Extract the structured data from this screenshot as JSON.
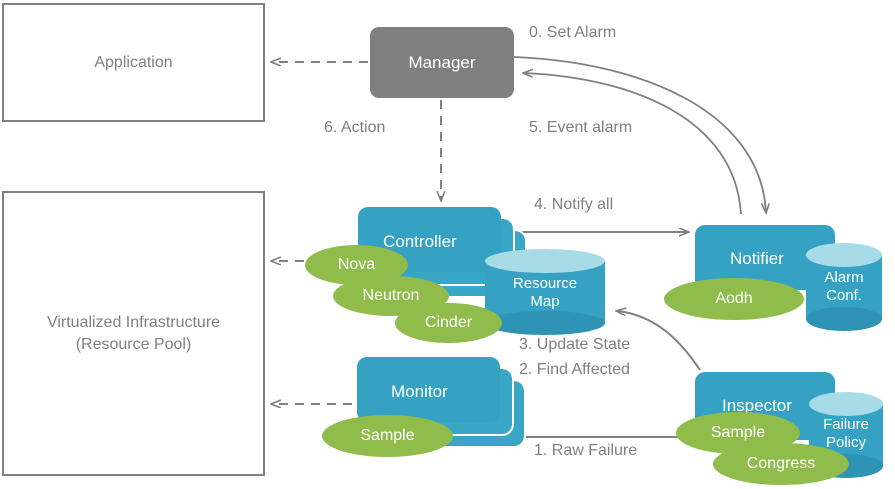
{
  "diagram": {
    "title": "Fault management architecture flow",
    "colors": {
      "component_blue": "#35a2c4",
      "cylinder_top": "#a8dbe8",
      "project_green": "#8fbc4a",
      "manager_gray": "#7f7f7f",
      "outline_gray": "#808080",
      "label_gray": "#808080"
    }
  },
  "boxes": {
    "application": "Application",
    "infrastructure_line1": "Virtualized  Infrastructure",
    "infrastructure_line2": "(Resource Pool)",
    "manager": "Manager",
    "controller": "Controller",
    "monitor": "Monitor",
    "notifier": "Notifier",
    "inspector": "Inspector"
  },
  "cylinders": {
    "resource_map_line1": "Resource",
    "resource_map_line2": "Map",
    "alarm_conf_line1": "Alarm",
    "alarm_conf_line2": "Conf.",
    "failure_policy_line1": "Failure",
    "failure_policy_line2": "Policy"
  },
  "projects": {
    "nova": "Nova",
    "neutron": "Neutron",
    "cinder": "Cinder",
    "aodh": "Aodh",
    "monitor_sample": "Sample",
    "inspector_sample": "Sample",
    "congress": "Congress"
  },
  "edges": [
    {
      "id": "set-alarm",
      "label": "0. Set Alarm",
      "from": "Manager",
      "to": "Notifier",
      "style": "curved-solid"
    },
    {
      "id": "raw-failure",
      "label": "1. Raw Failure",
      "from": "Inspector",
      "to": "Monitor",
      "style": "straight-solid"
    },
    {
      "id": "find-affected",
      "label": "2. Find Affected",
      "from": "Inspector",
      "to": "Resource Map",
      "style": "curved-solid"
    },
    {
      "id": "update-state",
      "label": "3. Update State",
      "from": "Inspector",
      "to": "Resource Map",
      "style": "curved-solid"
    },
    {
      "id": "notify-all",
      "label": "4. Notify all",
      "from": "Controller",
      "to": "Notifier",
      "style": "straight-solid"
    },
    {
      "id": "event-alarm",
      "label": "5. Event alarm",
      "from": "Notifier",
      "to": "Manager",
      "style": "curved-solid"
    },
    {
      "id": "action",
      "label": "6. Action",
      "from": "Manager",
      "to": "Controller",
      "style": "dashed"
    }
  ],
  "edge_labels": {
    "set_alarm": "0. Set Alarm",
    "raw_failure": "1. Raw Failure",
    "find_affected": "2. Find Affected",
    "update_state": "3. Update State",
    "notify_all": "4. Notify all",
    "event_alarm": "5. Event alarm",
    "action": "6. Action"
  }
}
